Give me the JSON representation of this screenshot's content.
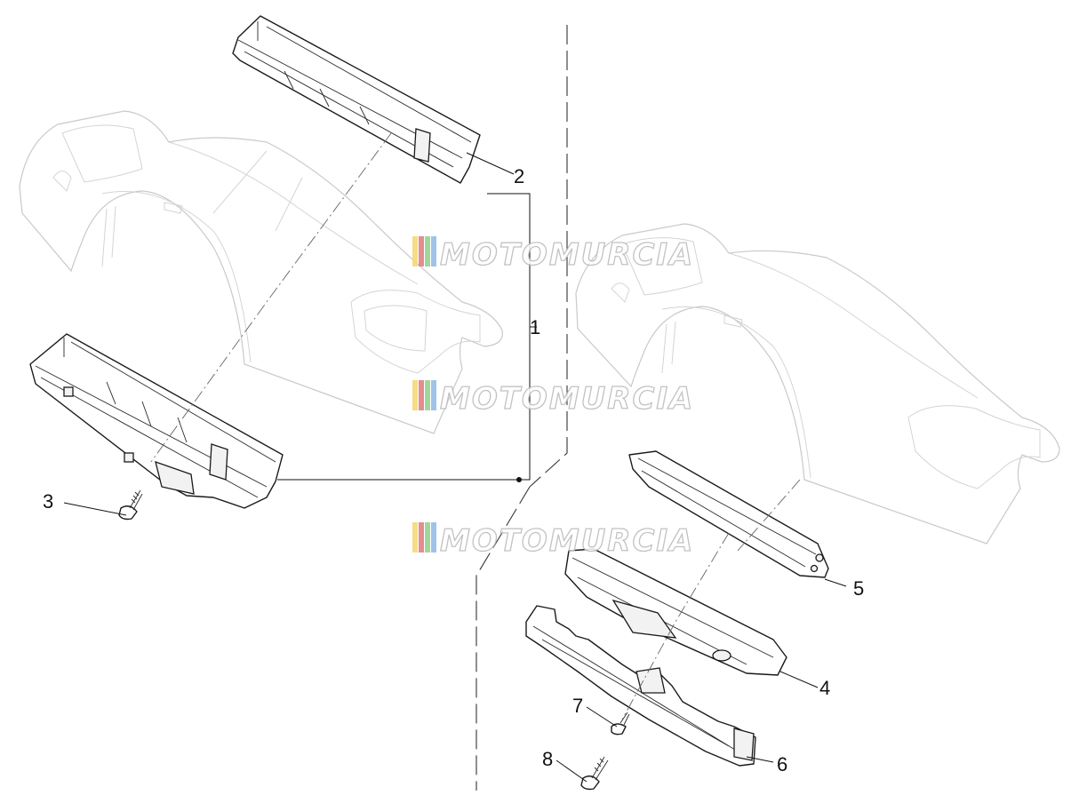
{
  "diagram": {
    "callouts": [
      "1",
      "2",
      "3",
      "4",
      "5",
      "6",
      "7",
      "8"
    ],
    "watermark": "MOTOMURCIA",
    "watermark_colors": [
      "#f5d76e",
      "#e07a7a",
      "#8fd18f",
      "#8fb8e6"
    ]
  }
}
